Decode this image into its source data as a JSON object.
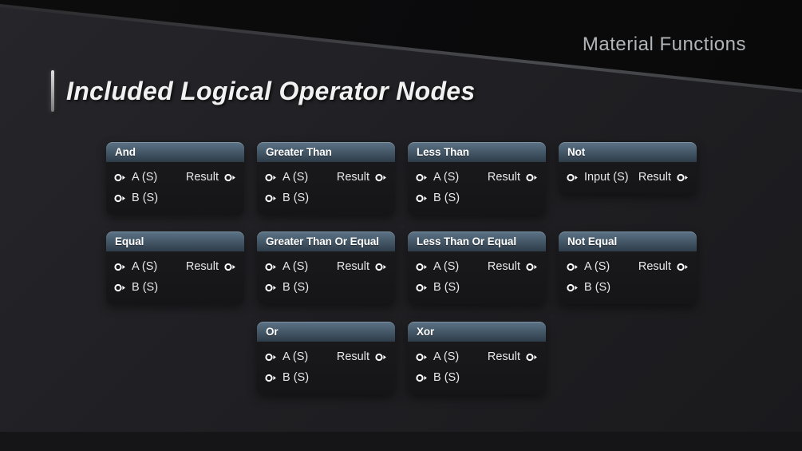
{
  "slide": {
    "brand": "Material Functions",
    "title": "Included Logical Operator Nodes"
  },
  "colors": {
    "header_top": "#5c7487",
    "header_bottom": "#2e3c49",
    "node_body": "#18181a",
    "background": "#202023",
    "top_band": "#0a0a0b",
    "brand_text": "#b2b5b7",
    "title_text": "#f1f1f1",
    "pin_text": "#e8e8e8",
    "pin_icon_color": "#ffffff"
  },
  "pin_icon": "hollow-circle-right-arrow",
  "nodes": [
    {
      "title": "And",
      "row": 1,
      "col": 1,
      "inputs": [
        "A (S)",
        "B (S)"
      ],
      "outputs": [
        "Result"
      ]
    },
    {
      "title": "Greater Than",
      "row": 1,
      "col": 2,
      "inputs": [
        "A (S)",
        "B (S)"
      ],
      "outputs": [
        "Result"
      ]
    },
    {
      "title": "Less Than",
      "row": 1,
      "col": 3,
      "inputs": [
        "A (S)",
        "B (S)"
      ],
      "outputs": [
        "Result"
      ]
    },
    {
      "title": "Not",
      "row": 1,
      "col": 4,
      "inputs": [
        "Input (S)"
      ],
      "outputs": [
        "Result"
      ]
    },
    {
      "title": "Equal",
      "row": 2,
      "col": 1,
      "inputs": [
        "A (S)",
        "B (S)"
      ],
      "outputs": [
        "Result"
      ]
    },
    {
      "title": "Greater Than Or Equal",
      "row": 2,
      "col": 2,
      "inputs": [
        "A (S)",
        "B (S)"
      ],
      "outputs": [
        "Result"
      ]
    },
    {
      "title": "Less Than Or Equal",
      "row": 2,
      "col": 3,
      "inputs": [
        "A (S)",
        "B (S)"
      ],
      "outputs": [
        "Result"
      ]
    },
    {
      "title": "Not Equal",
      "row": 2,
      "col": 4,
      "inputs": [
        "A (S)",
        "B (S)"
      ],
      "outputs": [
        "Result"
      ]
    },
    {
      "title": "Or",
      "row": 3,
      "col": 2,
      "inputs": [
        "A (S)",
        "B (S)"
      ],
      "outputs": [
        "Result"
      ]
    },
    {
      "title": "Xor",
      "row": 3,
      "col": 3,
      "inputs": [
        "A (S)",
        "B (S)"
      ],
      "outputs": [
        "Result"
      ]
    }
  ]
}
